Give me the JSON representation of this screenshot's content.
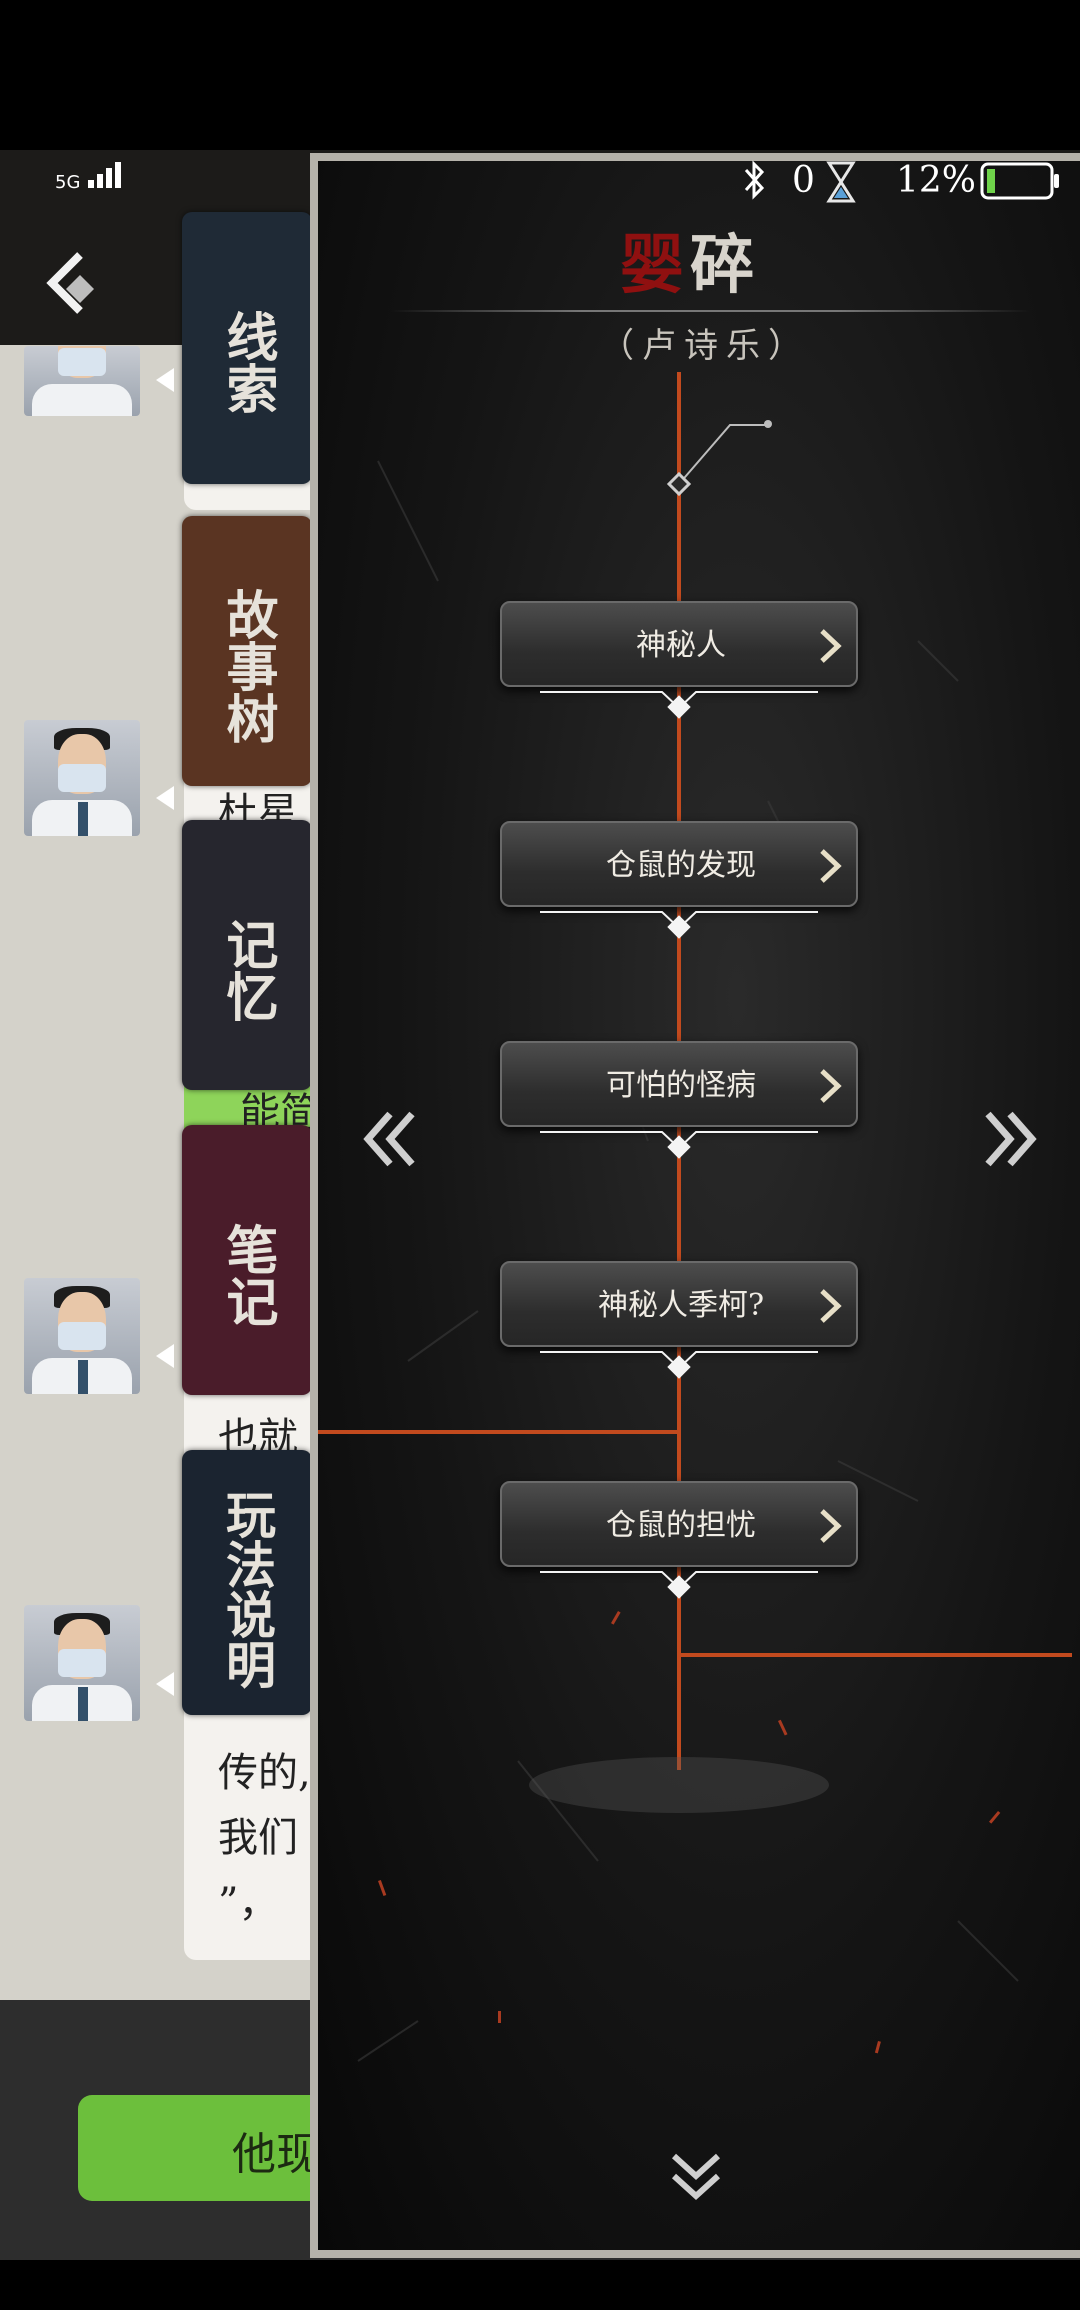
{
  "status_bar": {
    "network": "5G",
    "bluetooth_count": "0",
    "battery_percent": "12%"
  },
  "side_tabs": [
    {
      "label": "线索",
      "color": "#1f2a36"
    },
    {
      "label": "故事树",
      "color": "#5a3422"
    },
    {
      "label": "记忆",
      "color": "#26262e"
    },
    {
      "label": "笔记",
      "color": "#4a1c2a"
    },
    {
      "label": "玩法说明",
      "color": "#1b2430"
    }
  ],
  "chat": {
    "fragments": [
      "杜星",
      "能简",
      "也就",
      "传的,",
      "我们",
      "”，"
    ]
  },
  "reply_button": {
    "label": "他现"
  },
  "panel": {
    "title_red": "婴",
    "title_white": "碎",
    "character": "（卢诗乐）",
    "nodes": [
      {
        "label": "神秘人"
      },
      {
        "label": "仓鼠的发现"
      },
      {
        "label": "可怕的怪病"
      },
      {
        "label": "神秘人季柯?"
      },
      {
        "label": "仓鼠的担忧"
      }
    ],
    "accent_color": "#c24a1e"
  },
  "icons": {
    "back": "back-arrow-icon",
    "nav_left": "double-chevron-left-icon",
    "nav_right": "double-chevron-right-icon",
    "nav_down": "double-chevron-down-icon",
    "node_arrow": "chevron-right-icon"
  }
}
